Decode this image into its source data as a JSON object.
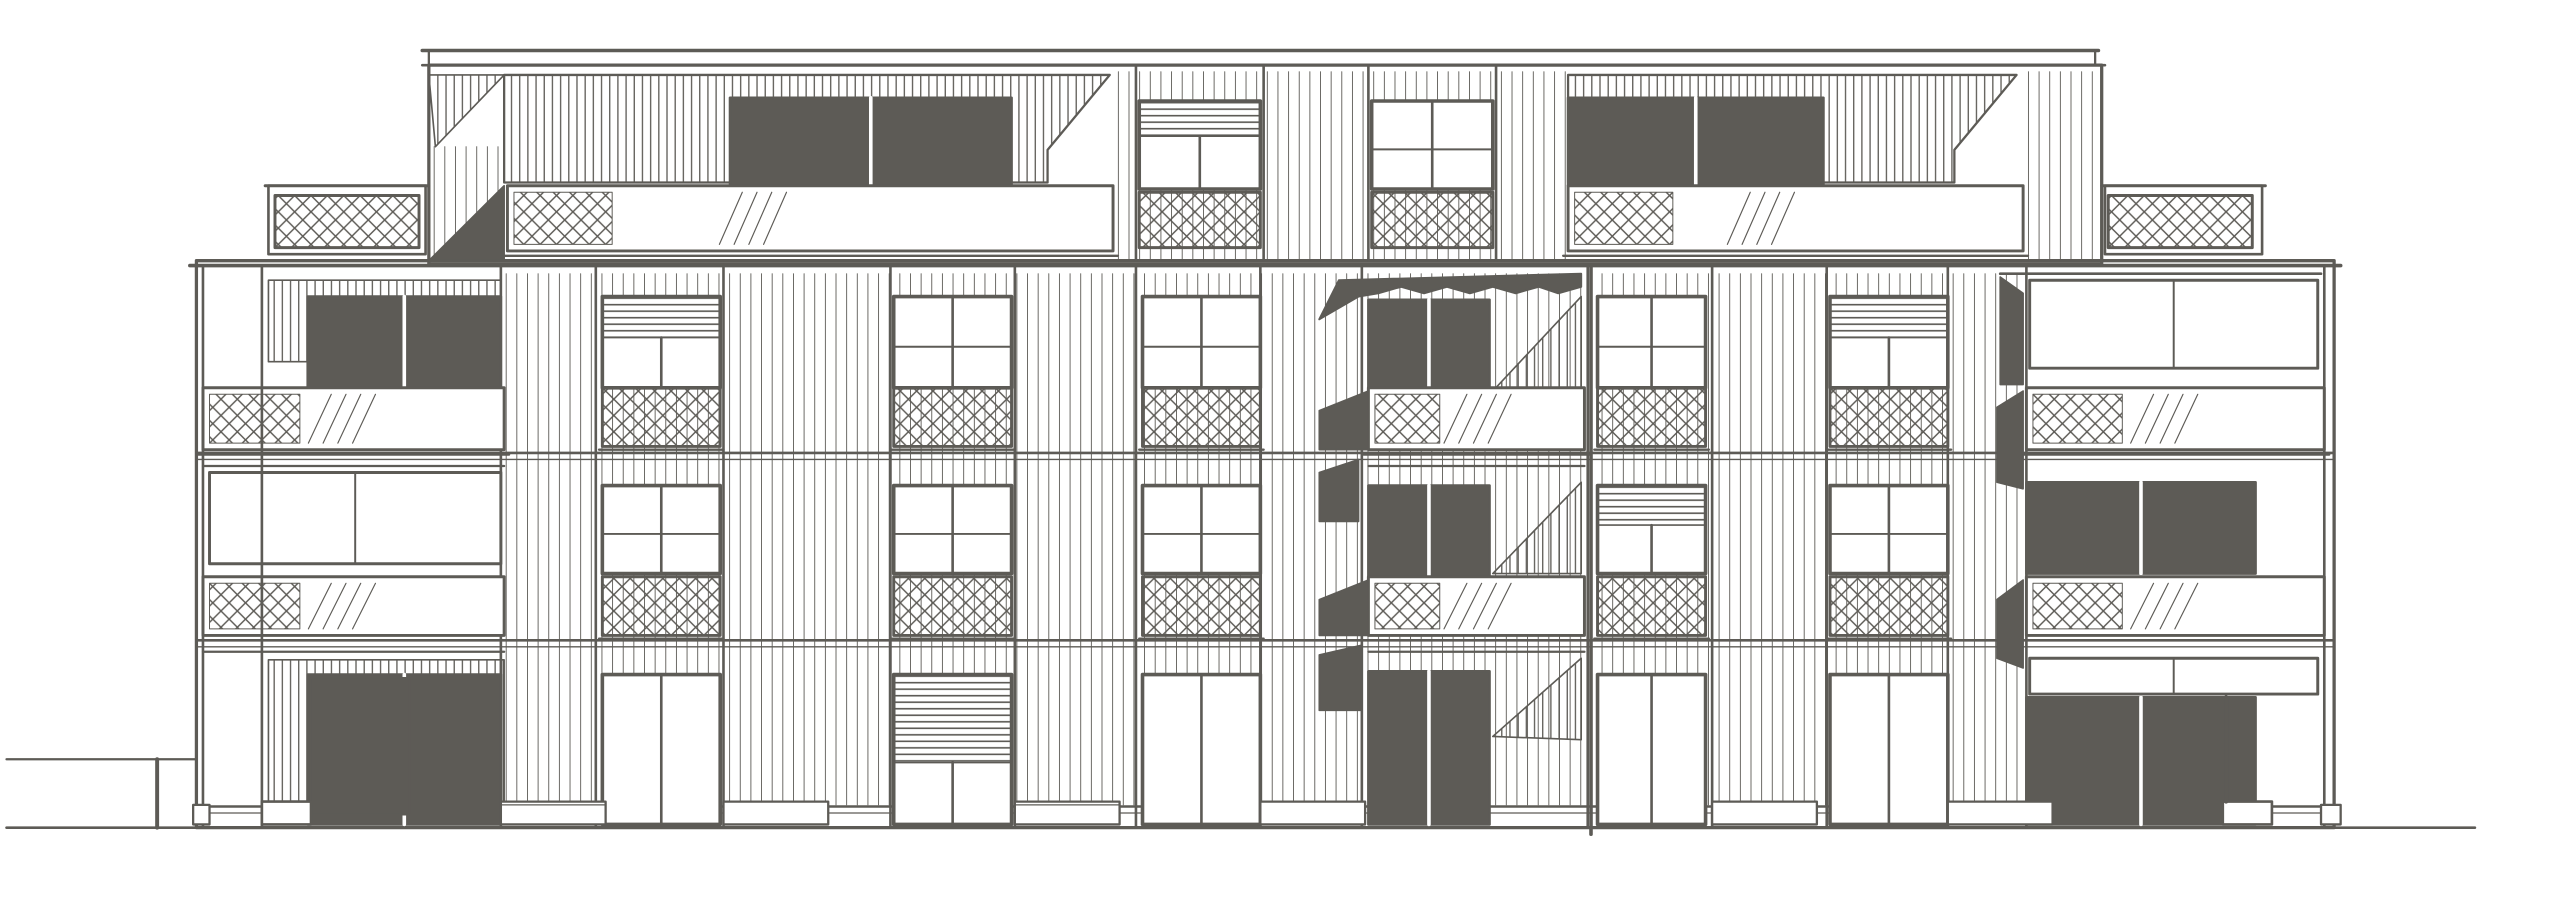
{
  "drawing": {
    "subject": "building-facade-elevation",
    "ink_color": "#5d5b56",
    "paper_color": "#ffffff",
    "floors_main": 3,
    "attic_floor": 1,
    "bays_main": 10,
    "bays_attic": 6
  }
}
